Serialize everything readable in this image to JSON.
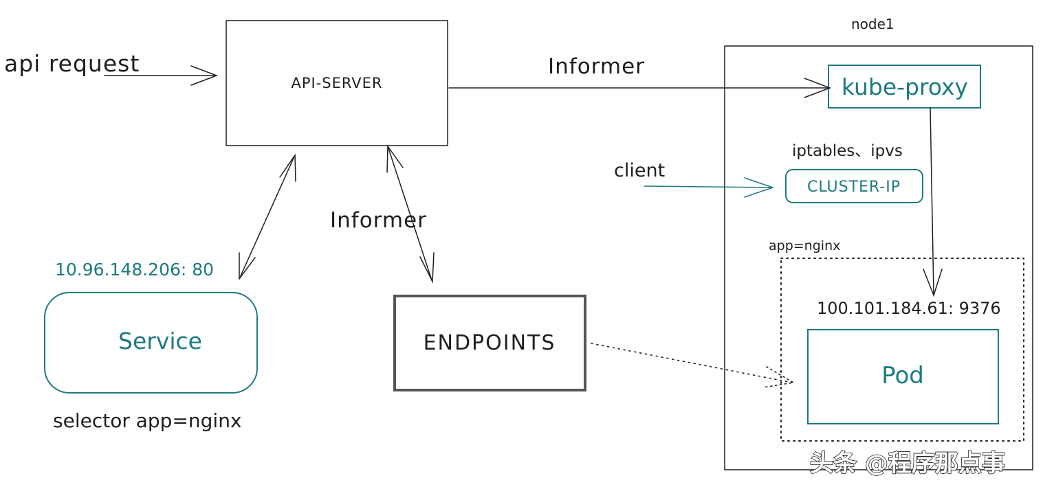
{
  "labels": {
    "api_request": "api request",
    "api_server": "API-SERVER",
    "informer_top": "Informer",
    "informer_mid": "Informer",
    "node_title": "node1",
    "kube_proxy": "kube-proxy",
    "iptables": "iptables、ipvs",
    "client": "client",
    "cluster_ip": "CLUSTER-IP",
    "pod_label": "app=nginx",
    "pod_ip": "100.101.184.61: 9376",
    "pod": "Pod",
    "service_ip": "10.96.148.206: 80",
    "service": "Service",
    "selector": "selector app=nginx",
    "endpoints": "ENDPOINTS",
    "watermark": "头条 @程序那点事"
  },
  "colors": {
    "ink": "#1e1e1e",
    "teal": "#1c7a82"
  }
}
